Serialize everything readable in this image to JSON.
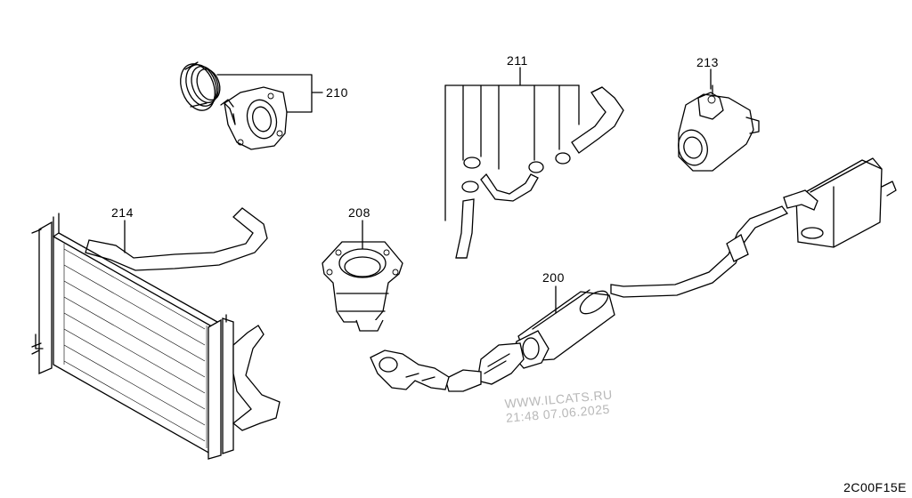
{
  "labels": {
    "p200": "200",
    "p208": "208",
    "p210": "210",
    "p211": "211",
    "p213": "213",
    "p214": "214"
  },
  "diagram_code": "2C00F15E",
  "watermark": {
    "line1": "WWW.ILCATS.RU",
    "line2": "21:48 07.06.2025"
  }
}
